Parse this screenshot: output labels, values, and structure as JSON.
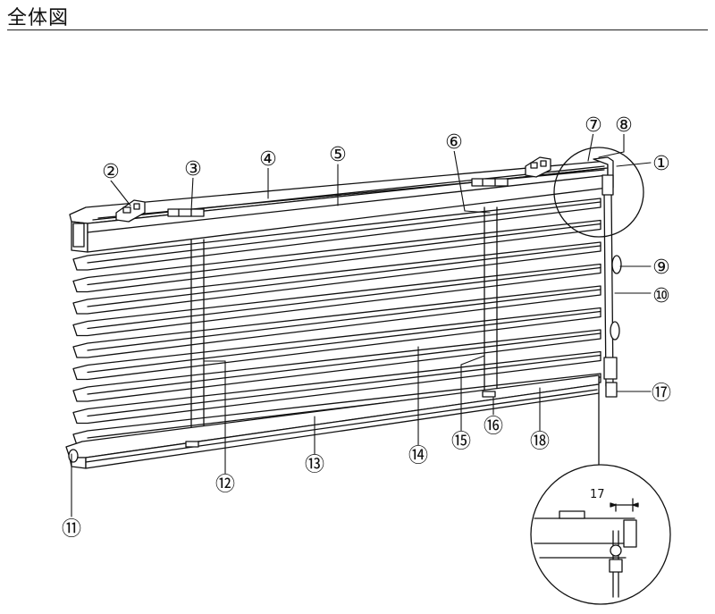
{
  "header": {
    "title": "全体図"
  },
  "callouts": [
    {
      "id": "c1",
      "label": "①"
    },
    {
      "id": "c2",
      "label": "②"
    },
    {
      "id": "c3",
      "label": "③"
    },
    {
      "id": "c4",
      "label": "④"
    },
    {
      "id": "c5",
      "label": "⑤"
    },
    {
      "id": "c6",
      "label": "⑥"
    },
    {
      "id": "c7",
      "label": "⑦"
    },
    {
      "id": "c8",
      "label": "⑧"
    },
    {
      "id": "c9",
      "label": "⑨"
    },
    {
      "id": "c10",
      "label": "⑩"
    },
    {
      "id": "c11",
      "label": "⑪"
    },
    {
      "id": "c12",
      "label": "⑫"
    },
    {
      "id": "c13",
      "label": "⑬"
    },
    {
      "id": "c14",
      "label": "⑭"
    },
    {
      "id": "c15",
      "label": "⑮"
    },
    {
      "id": "c16",
      "label": "⑯"
    },
    {
      "id": "c17",
      "label": "⑰"
    },
    {
      "id": "c18",
      "label": "⑱"
    }
  ],
  "detail": {
    "dimension": "17"
  }
}
